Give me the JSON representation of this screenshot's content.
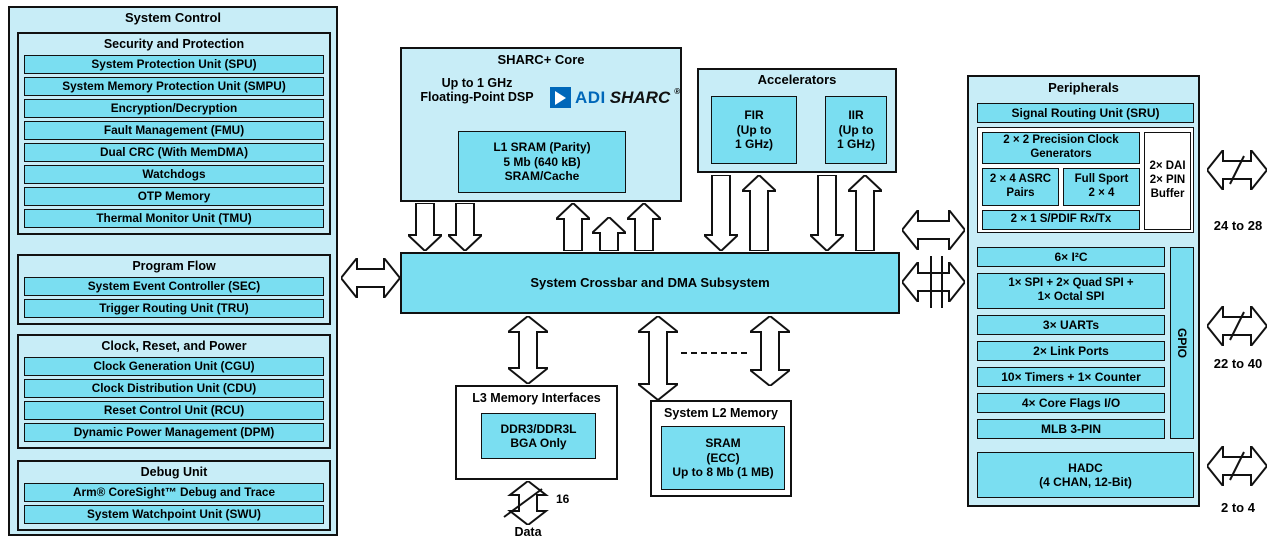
{
  "system_control": {
    "title": "System Control",
    "groups": [
      {
        "title": "Security and Protection",
        "items": [
          "System Protection Unit (SPU)",
          "System Memory Protection Unit (SMPU)",
          "Encryption/Decryption",
          "Fault Management (FMU)",
          "Dual CRC (With MemDMA)",
          "Watchdogs",
          "OTP Memory",
          "Thermal Monitor Unit (TMU)"
        ]
      },
      {
        "title": "Program Flow",
        "items": [
          "System Event Controller (SEC)",
          "Trigger Routing Unit (TRU)"
        ]
      },
      {
        "title": "Clock, Reset, and Power",
        "items": [
          "Clock Generation Unit (CGU)",
          "Clock Distribution Unit (CDU)",
          "Reset Control Unit (RCU)",
          "Dynamic Power Management (DPM)"
        ]
      },
      {
        "title": "Debug Unit",
        "items": [
          "Arm® CoreSight™ Debug and Trace",
          "System Watchpoint Unit (SWU)"
        ]
      }
    ]
  },
  "sharc_core": {
    "title": "SHARC+ Core",
    "subtitle": "Up to 1 GHz\nFloating-Point DSP",
    "logo": {
      "adi": "ADI",
      "sharc": "SHARC",
      "reg": "®"
    },
    "l1_sram": "L1 SRAM (Parity)\n5 Mb (640 kB)\nSRAM/Cache"
  },
  "accelerators": {
    "title": "Accelerators",
    "fir": "FIR\n(Up to\n1 GHz)",
    "iir": "IIR\n(Up to\n1 GHz)"
  },
  "crossbar": {
    "label": "System Crossbar and DMA Subsystem"
  },
  "l3_memory": {
    "title": "L3 Memory Interfaces",
    "inner": "DDR3/DDR3L\nBGA Only",
    "bus_width": "16",
    "bus_label": "Data"
  },
  "l2_memory": {
    "title": "System L2 Memory",
    "inner": "SRAM\n(ECC)\nUp to 8 Mb (1 MB)"
  },
  "peripherals": {
    "title": "Peripherals",
    "sru_title": "Signal Routing Unit (SRU)",
    "sru_items": {
      "clock_gen": "2 × 2 Precision Clock\nGenerators",
      "asrc": "2 × 4 ASRC\nPairs",
      "full_sport": "Full Sport\n2 × 4",
      "spdif": "2 × 1 S/PDIF Rx/Tx",
      "dai": "2× DAI\n2× PIN\nBuffer"
    },
    "items": [
      "6× I²C",
      "1× SPI + 2× Quad SPI +\n1× Octal SPI",
      "3× UARTs",
      "2× Link Ports",
      "10× Timers + 1× Counter",
      "4× Core Flags I/O",
      "MLB 3-PIN",
      "GPIO"
    ],
    "hadc": "HADC\n(4 CHAN, 12-Bit)"
  },
  "pin_labels": [
    "24 to 28",
    "22 to 40",
    "2 to 4"
  ],
  "colors": {
    "light_cyan": "#c8edf7",
    "medium_cyan": "#7adef1",
    "adi_blue": "#0067b9"
  }
}
